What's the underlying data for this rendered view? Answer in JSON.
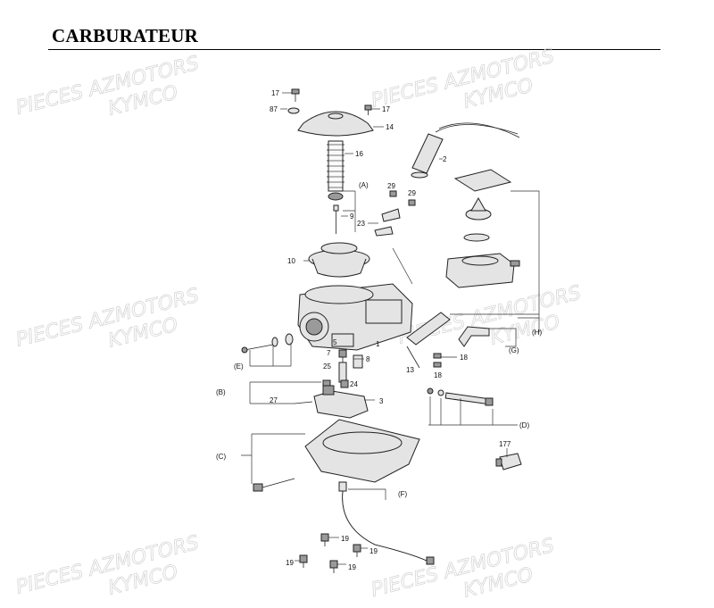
{
  "page": {
    "title": "CARBURATEUR"
  },
  "watermarks": [
    {
      "brand": "PIECES AZMOTORS",
      "sub": "KYMCO"
    },
    {
      "brand": "PIECES AZMOTORS",
      "sub": "KYMCO"
    },
    {
      "brand": "PIECES AZMOTORS",
      "sub": "KYMCO"
    },
    {
      "brand": "PIECES AZMOTORS",
      "sub": "KYMCO"
    },
    {
      "brand": "PIECES AZMOTORS",
      "sub": "KYMCO"
    },
    {
      "brand": "PIECES AZMOTORS",
      "sub": "KYMCO"
    }
  ],
  "callouts": {
    "c17a": "17",
    "c87": "87",
    "c17b": "17",
    "c14": "14",
    "c16": "16",
    "c2": "2",
    "cA": "(A)",
    "c29a": "29",
    "c29b": "29",
    "c9": "9",
    "c23": "23",
    "c10": "10",
    "cH": "(H)",
    "cG": "(G)",
    "c1": "1",
    "c5": "5",
    "c7": "7",
    "c8": "8",
    "cE": "(E)",
    "c25": "25",
    "c13": "13",
    "c18a": "18",
    "c18b": "18",
    "c24": "24",
    "cB": "(B)",
    "c27": "27",
    "c3": "3",
    "cD": "(D)",
    "c177": "177",
    "cC": "(C)",
    "cF": "(F)",
    "c19a": "19",
    "c19b": "19",
    "c19c": "19",
    "c19d": "19"
  }
}
